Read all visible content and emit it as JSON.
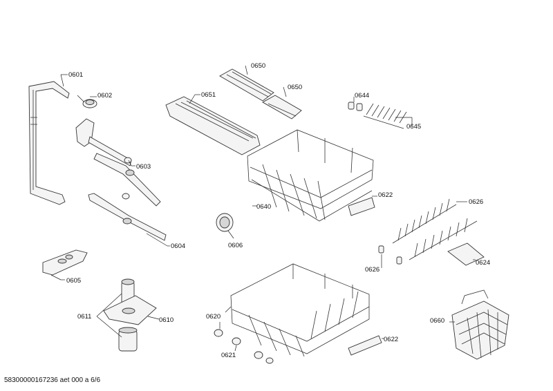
{
  "labels": {
    "l0601": "0601",
    "l0602": "0602",
    "l0603": "0603",
    "l0604": "0604",
    "l0605": "0605",
    "l0606": "0606",
    "l0610": "0610",
    "l0611": "0611",
    "l0620": "0620",
    "l0621": "0621",
    "l0622a": "0622",
    "l0622b": "0622",
    "l0624": "0624",
    "l0626a": "0626",
    "l0626b": "0626",
    "l0640": "0640",
    "l0644": "0644",
    "l0645": "0645",
    "l0650a": "0650",
    "l0650b": "0650",
    "l0651": "0651",
    "l0660": "0660"
  },
  "footer": "58300000167236 aet 000 a 6/6"
}
